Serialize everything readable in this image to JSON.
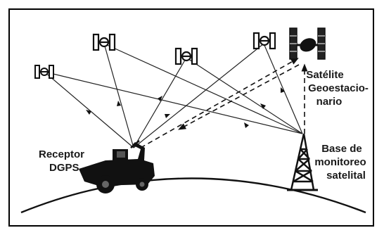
{
  "labels": {
    "receiver_line1": "Receptor",
    "receiver_line2": "DGPS",
    "geo_line1": "Satélite",
    "geo_line2": "Geoestacio-",
    "geo_line3": "nario",
    "base_line1": "Base de",
    "base_line2": "monitoreo",
    "base_line3": "satelital"
  },
  "icons": [
    "gps-satellite-icon",
    "geostationary-satellite-icon",
    "harvester-icon",
    "monitoring-tower-icon"
  ]
}
